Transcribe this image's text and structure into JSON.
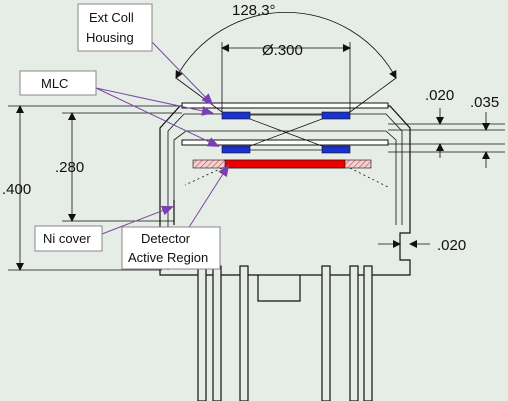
{
  "dims": {
    "angle": "128.3°",
    "diameter": "Ø.300",
    "height_total": ".400",
    "height_detector": ".280",
    "t_top": ".020",
    "t_035": ".035",
    "t_side": ".020"
  },
  "labels": {
    "ext_coll_1": "Ext Coll",
    "ext_coll_2": "Housing",
    "mlc": "MLC",
    "ni_cover": "Ni cover",
    "detector_1": "Detector",
    "detector_2": "Active Region"
  },
  "colors": {
    "collimator": "#1a33cc",
    "active_region": "#ee0000",
    "leader": "#7a3fb0",
    "background": "#e6ece6"
  }
}
